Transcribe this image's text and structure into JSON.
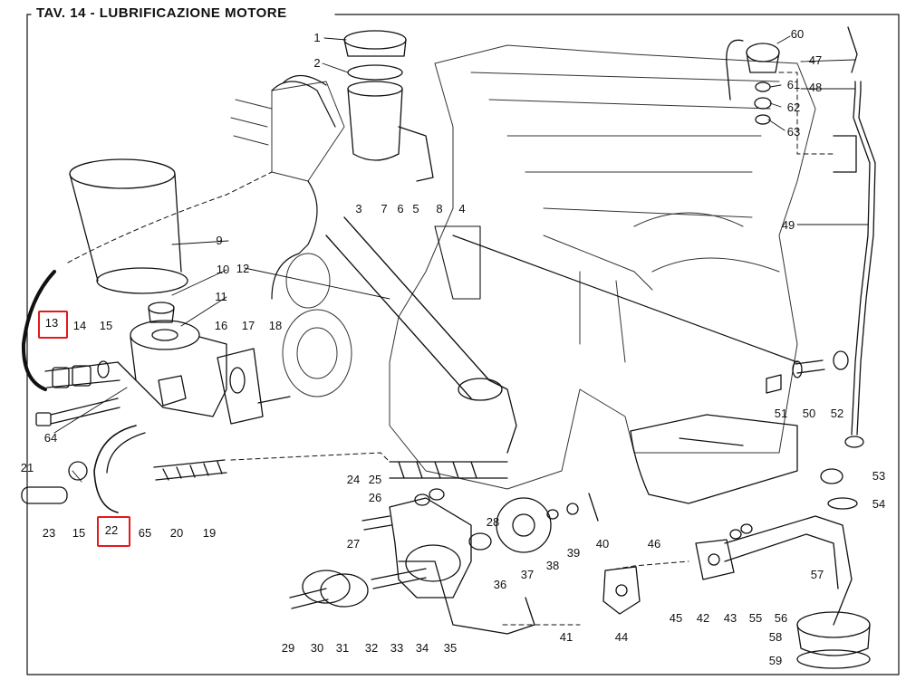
{
  "title": "TAV. 14 - LUBRIFICAZIONE MOTORE",
  "colors": {
    "ink": "#111111",
    "highlight": "#e1191e",
    "paper": "#ffffff"
  },
  "highlighted_parts": [
    "13",
    "22"
  ],
  "parts": {
    "p1": "1",
    "p2": "2",
    "p3": "3",
    "p4": "4",
    "p5": "5",
    "p6": "6",
    "p7": "7",
    "p8": "8",
    "p9": "9",
    "p10": "10",
    "p11": "11",
    "p12": "12",
    "p13": "13",
    "p14": "14",
    "p15a": "15",
    "p15b": "15",
    "p16": "16",
    "p17": "17",
    "p18": "18",
    "p19": "19",
    "p20": "20",
    "p21": "21",
    "p22": "22",
    "p23": "23",
    "p24": "24",
    "p25": "25",
    "p26": "26",
    "p27": "27",
    "p28": "28",
    "p29": "29",
    "p30": "30",
    "p31": "31",
    "p32": "32",
    "p33": "33",
    "p34": "34",
    "p35": "35",
    "p36": "36",
    "p37": "37",
    "p38": "38",
    "p39": "39",
    "p40": "40",
    "p41": "41",
    "p42": "42",
    "p43": "43",
    "p44": "44",
    "p45": "45",
    "p46": "46",
    "p47": "47",
    "p48": "48",
    "p49": "49",
    "p50": "50",
    "p51": "51",
    "p52": "52",
    "p53": "53",
    "p54": "54",
    "p55": "55",
    "p56": "56",
    "p57": "57",
    "p58": "58",
    "p59": "59",
    "p60": "60",
    "p61": "61",
    "p62": "62",
    "p63": "63",
    "p64": "64",
    "p65": "65"
  }
}
